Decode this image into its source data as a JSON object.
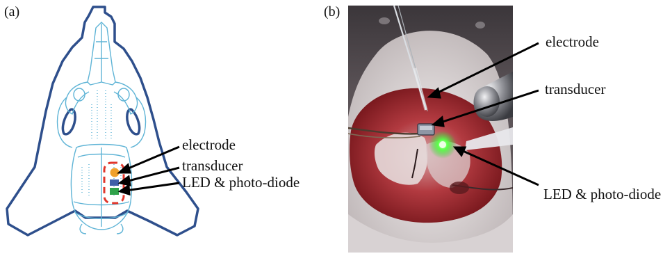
{
  "panel_a": {
    "label": "(a)",
    "callouts": {
      "electrode": "electrode",
      "transducer": "transducer",
      "led": "LED & photo-diode"
    },
    "colors": {
      "head_outline": "#2e4f8c",
      "skull": "#5fb4d6",
      "roi_dash": "#e0362b",
      "electrode_dot": "#f0a02a",
      "transducer_square": "#3f5fa8",
      "led_square": "#2fa24a"
    }
  },
  "panel_b": {
    "label": "(b)",
    "callouts": {
      "electrode": "electrode",
      "transducer": "transducer",
      "led": "LED & photo-diode"
    }
  }
}
